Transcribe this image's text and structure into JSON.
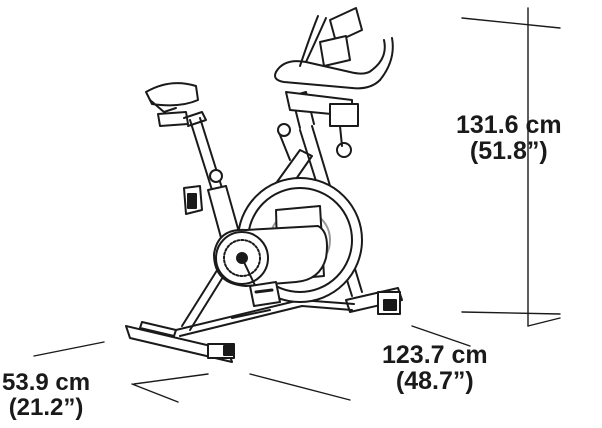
{
  "dimensions": {
    "height": {
      "metric": "131.6 cm",
      "imperial": "(51.8”)"
    },
    "depth": {
      "metric": "123.7 cm",
      "imperial": "(48.7”)"
    },
    "width": {
      "metric": "53.9 cm",
      "imperial": "(21.2”)"
    }
  },
  "colors": {
    "line": "#1a1a1a",
    "fill": "#ffffff",
    "shade": "#9a9a9a"
  }
}
